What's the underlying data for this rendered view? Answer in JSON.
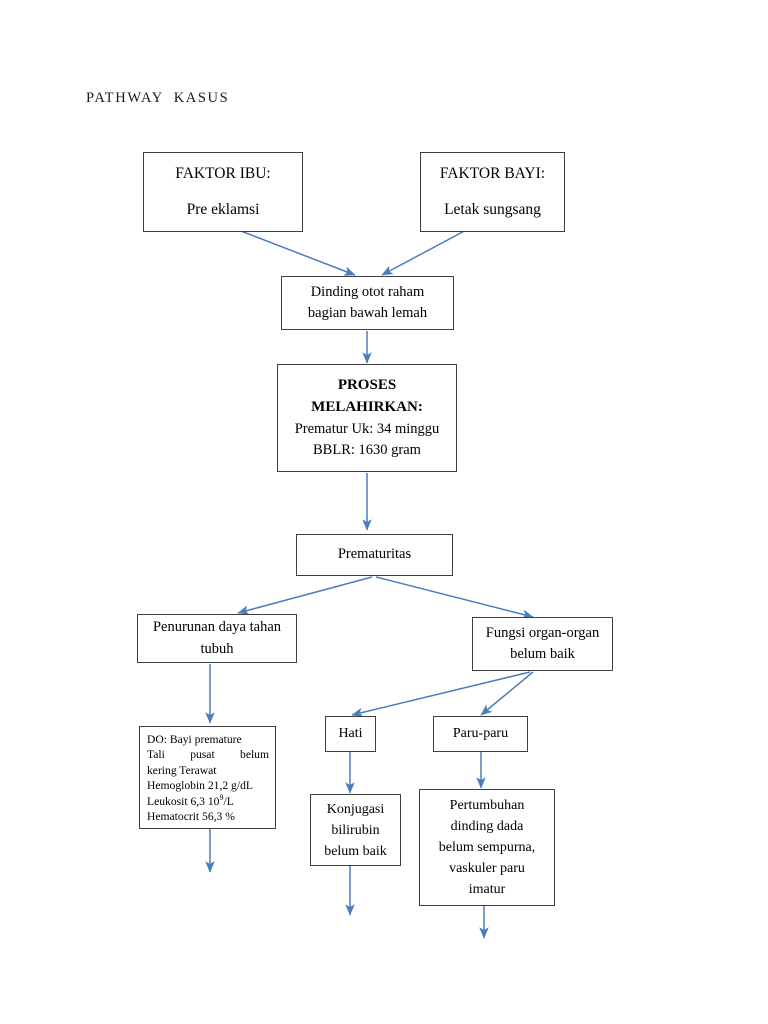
{
  "document": {
    "title": "PATHWAY  KASUS",
    "accent_arrow_color": "#4a7ebb",
    "border_color": "#3f3f3f",
    "background_color": "#ffffff"
  },
  "nodes": {
    "faktor_ibu": {
      "line1": "FAKTOR IBU:",
      "line2": "Pre eklamsi"
    },
    "faktor_bayi": {
      "line1": "FAKTOR BAYI:",
      "line2": "Letak sungsang"
    },
    "dinding_otot": {
      "line1": "Dinding otot raham",
      "line2": "bagian bawah lemah"
    },
    "proses_melahirkan": {
      "line1": "PROSES",
      "line2": "MELAHIRKAN:",
      "line3": "Prematur Uk: 34 minggu",
      "line4": "BBLR: 1630 gram"
    },
    "prematuritas": {
      "line1": "Prematuritas"
    },
    "penurunan_daya_tahan": {
      "line1": "Penurunan daya tahan",
      "line2": "tubuh"
    },
    "fungsi_organ": {
      "line1": "Fungsi organ-organ",
      "line2": "belum baik"
    },
    "data_objektif": {
      "line1": "DO: Bayi premature",
      "line2_a": "Tali",
      "line2_b": "pusat",
      "line2_c": "belum",
      "line3": "kering Terawat",
      "line4": "Hemoglobin 21,2 g/dL",
      "line5_pre": "Leukosit 6,3 10",
      "line5_sup": "9",
      "line5_post": "/L",
      "line6": "Hematocrit 56,3 %"
    },
    "hati": {
      "line1": "Hati"
    },
    "paru_paru": {
      "line1": "Paru-paru"
    },
    "konjugasi_bilirubin": {
      "line1": "Konjugasi",
      "line2": "bilirubin",
      "line3": "belum baik"
    },
    "pertumbuhan_dinding_dada": {
      "line1": "Pertumbuhan",
      "line2": "dinding dada",
      "line3": "belum sempurna,",
      "line4": "vaskuler paru",
      "line5": "imatur"
    }
  }
}
